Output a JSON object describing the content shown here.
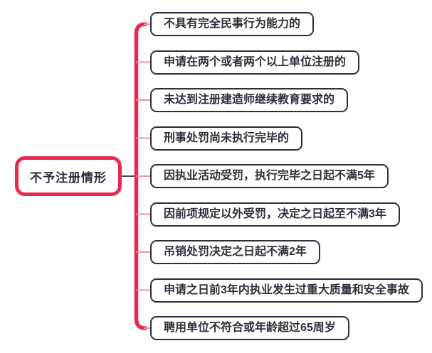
{
  "root": {
    "label": "不予注册情形"
  },
  "branches": [
    {
      "label": "不具有完全民事行为能力的"
    },
    {
      "label": "申请在两个或者两个以上单位注册的"
    },
    {
      "label": "未达到注册建造师继续教育要求的"
    },
    {
      "label": "刑事处罚尚未执行完毕的"
    },
    {
      "label": "因执业活动受罚，执行完毕之日起不满5年"
    },
    {
      "label": "因前项规定以外受罚，决定之日起至不满3年"
    },
    {
      "label": "吊销处罚决定之日起不满2年"
    },
    {
      "label": "申请之日前3年内执业发生过重大质量和安全事故"
    },
    {
      "label": "聘用单位不符合或年龄超过65周岁"
    }
  ],
  "colors": {
    "accent_red": "#e8294f",
    "connector_pink": "#ec96a5",
    "root_link_gray": "#4c4c58",
    "node_border": "#2e2e3e",
    "text": "#2e2e3e",
    "background": "#ffffff"
  }
}
